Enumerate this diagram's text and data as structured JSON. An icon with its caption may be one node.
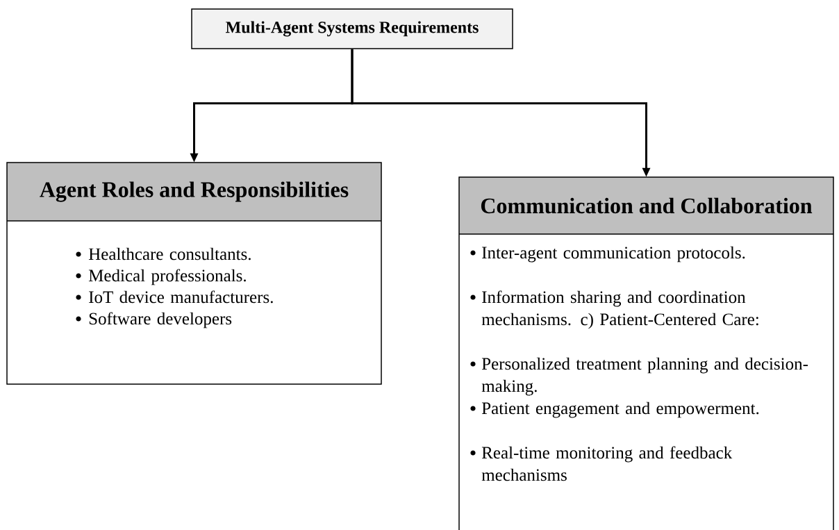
{
  "diagram": {
    "nodes": [
      {
        "text": [
          "Multi-Agent Systems Requirements"
        ]
      },
      {
        "text": [
          "Agent Roles and Responsibilities",
          "Healthcare consultants.",
          "Medical professionals.",
          "IoT device manufacturers.",
          "Software developers"
        ]
      },
      {
        "text": [
          "Communication and Collaboration",
          "Inter-agent communication protocols.",
          "Information sharing and coordination mechanisms. c) Patient-Centered Care:",
          "Personalized treatment planning and decision-making.",
          "Patient engagement and empowerment.",
          "Real-time monitoring and feedback mechanisms"
        ]
      }
    ],
    "edges": [
      {
        "from": 0,
        "to": 1,
        "arrow": "to"
      },
      {
        "from": 0,
        "to": 2,
        "arrow": "to"
      }
    ]
  }
}
